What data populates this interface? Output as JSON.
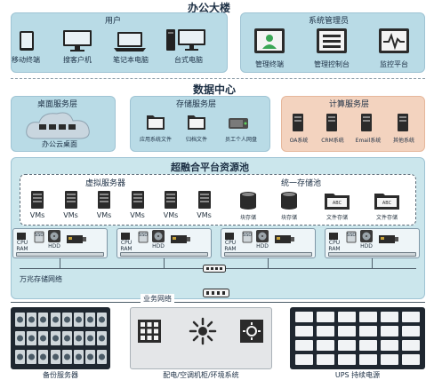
{
  "office": {
    "title": "办公大楼",
    "users": {
      "title": "用户",
      "devices": [
        {
          "label": "移动终端",
          "icon": "tablet-icon"
        },
        {
          "label": "搜客户机",
          "icon": "desktop-icon"
        },
        {
          "label": "笔记本电脑",
          "icon": "laptop-icon"
        },
        {
          "label": "台式电脑",
          "icon": "pc-tower-icon"
        }
      ]
    },
    "admin": {
      "title": "系统管理员",
      "devices": [
        {
          "label": "管理终端",
          "icon": "admin-terminal-icon"
        },
        {
          "label": "管理控制台",
          "icon": "console-icon"
        },
        {
          "label": "监控平台",
          "icon": "monitor-platform-icon"
        }
      ]
    }
  },
  "datacenter": {
    "title": "数据中心",
    "desktop_layer": {
      "title": "桌面服务层",
      "item": "办公云桌面"
    },
    "storage_layer": {
      "title": "存储服务层",
      "items": [
        "应用系统文件",
        "归档文件",
        "员工个人网盘"
      ]
    },
    "compute_layer": {
      "title": "计算服务层",
      "items": [
        "OA系统",
        "CRM系统",
        "Email系统",
        "其他系统"
      ]
    }
  },
  "hci": {
    "title": "超融合平台资源池",
    "virtual_servers": {
      "title": "虚拟服务器",
      "vm_label": "VMs",
      "count": 6
    },
    "unified_storage": {
      "title": "统一存储池",
      "items": [
        "块存储",
        "块存储",
        "文件存储",
        "文件存储"
      ],
      "folder_tag": "ABC"
    },
    "node_labels": {
      "cpu": "CPU",
      "ram": "RAM",
      "ssd": "SSD",
      "hdd": "HDD"
    },
    "node_count": 4,
    "storage_network": "万兆存储网络"
  },
  "business_network": "业务网络",
  "bottom": {
    "backup": "备份服务器",
    "power": "配电/空调机柜/环境系统",
    "ups": "UPS 持续电源"
  }
}
